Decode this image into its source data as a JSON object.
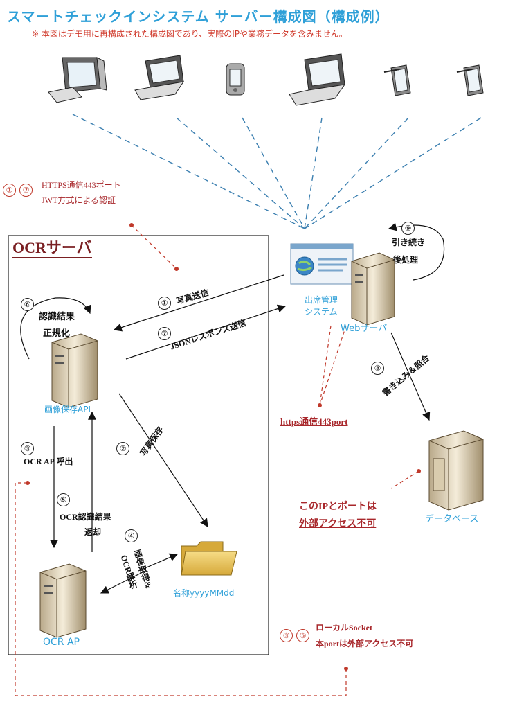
{
  "title": "スマートチェックインシステム サーバー構成図（構成例）",
  "subtitle": "※ 本図はデモ用に再構成された構成図であり、実際のIPや業務データを含みません。",
  "colors": {
    "accent": "#2fa0d8",
    "note_red": "#a8272b",
    "box_title": "#7a1f22"
  },
  "clients": [
    {
      "icon": "desktop-pc-icon"
    },
    {
      "icon": "laptop-icon"
    },
    {
      "icon": "phone-icon"
    },
    {
      "icon": "laptop-icon"
    },
    {
      "icon": "tablet-icon"
    },
    {
      "icon": "tablet-icon"
    }
  ],
  "notes": {
    "https_num1": "①",
    "https_num2": "⑦",
    "https_line1": "HTTPS通信443ポート",
    "https_line2": "JWT方式による認証",
    "https_port": "https通信443port",
    "db_line1": "このIPとポートは",
    "db_line2": "外部アクセス不可",
    "socket_num1": "③",
    "socket_num2": "⑤",
    "socket_line1": "ローカルSocket",
    "socket_line2": "本portは外部アクセス不可"
  },
  "ocr_box": {
    "title": "OCRサーバ"
  },
  "nodes": {
    "web_app": "出席管理",
    "web_app2": "システム",
    "web_server": "Webサーバ",
    "image_api": "画像保存API",
    "ocr_ap": "OCR AP",
    "database": "データベース",
    "folder": "名称yyyyMMdd"
  },
  "steps": {
    "s1_num": "①",
    "s1": "写真送信",
    "s7_num": "⑦",
    "s7": "JSONレスポンス送信",
    "s6_num": "⑥",
    "s6_a": "認識結果",
    "s6_b": "正規化",
    "s9_num": "⑨",
    "s9_a": "引き続き",
    "s9_b": "後処理",
    "s8_num": "⑧",
    "s8": "書き込み＆照合",
    "s2_num": "②",
    "s2": "写真保存",
    "s3_num": "③",
    "s3": "OCR AP 呼出",
    "s5_num": "⑤",
    "s5_a": "OCR認識結果",
    "s5_b": "返却",
    "s4_num": "④",
    "s4_a": "画像取得&",
    "s4_b": "OCR解析"
  }
}
